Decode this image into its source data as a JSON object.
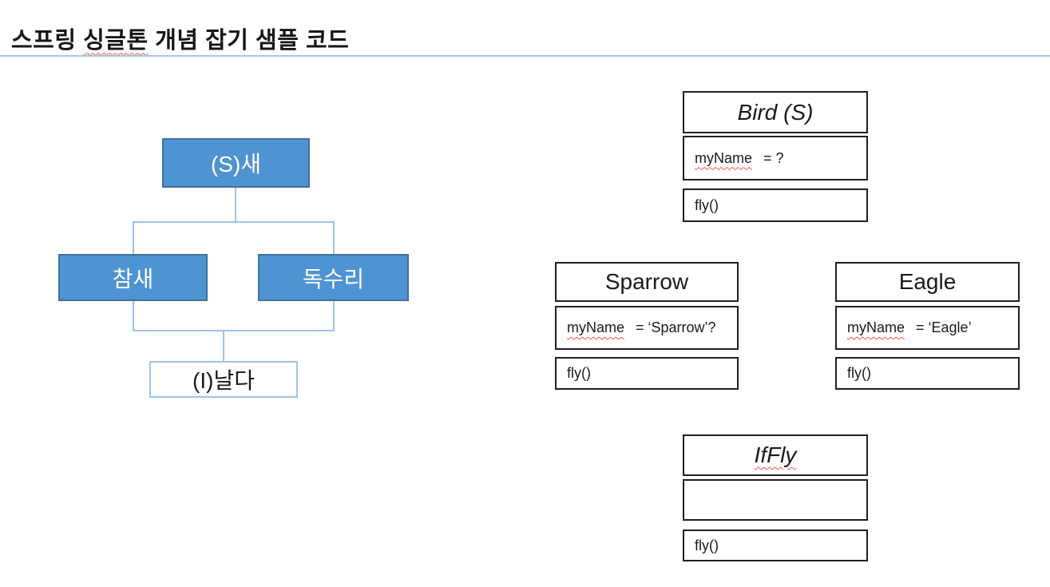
{
  "page": {
    "title": {
      "pre": "스프링 ",
      "misspelled": "싱글톤",
      "post": " 개념 잡기 샘플 코드"
    }
  },
  "org_chart": {
    "root": "(S)새",
    "children": [
      "참새",
      "독수리"
    ],
    "interface": "(I)날다"
  },
  "classes": [
    {
      "title": "Bird (S)",
      "attr_name": "myName",
      "attr_value": "= ?",
      "method": "fly()"
    },
    {
      "title": "Sparrow",
      "attr_name": "myName",
      "attr_value": "= ‘Sparrow’?",
      "method": "fly()"
    },
    {
      "title": "Eagle",
      "attr_name": "myName",
      "attr_value": "= ‘Eagle’",
      "method": "fly()"
    },
    {
      "title": "IfFly",
      "attr_name": "",
      "attr_value": "",
      "method": "fly()"
    }
  ],
  "colors": {
    "node_fill": "#4f94d2",
    "node_border": "#41719c",
    "connector": "#9dc3e6",
    "divider": "#a5c6e5",
    "uml_border": "#1f1f1f",
    "spellcheck_squiggle": "#e8564e",
    "title_text": "#161616",
    "node_text_light": "#ffffff"
  }
}
